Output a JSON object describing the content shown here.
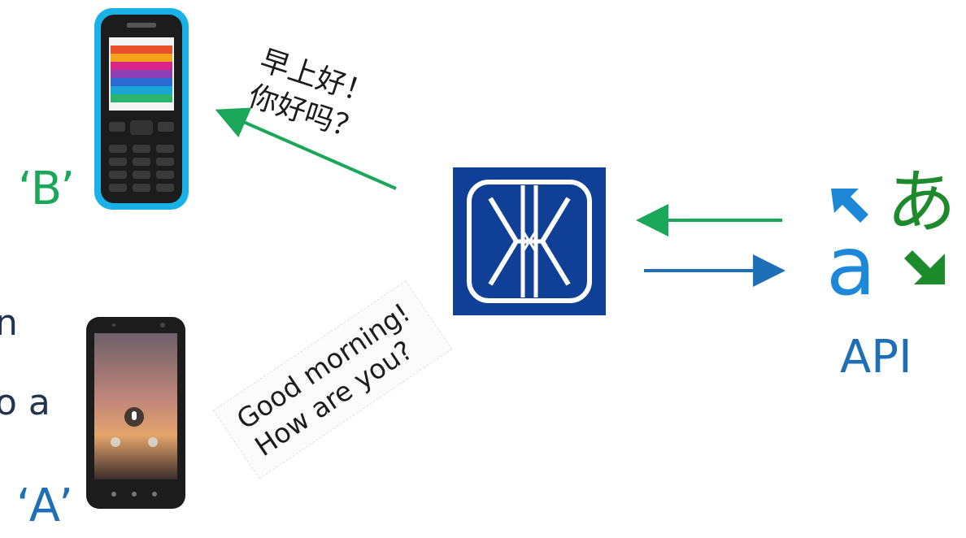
{
  "labels": {
    "phone_b": "‘B’",
    "phone_a": "‘A’",
    "api": "API"
  },
  "messages": {
    "chinese": "早上好！\n你好吗？",
    "english": "Good morning!\nHow are you?"
  },
  "cut_off_text": {
    "line1": "n",
    "line2": "o a"
  },
  "colors": {
    "green": "#1aa75a",
    "blue": "#1e6fb6",
    "logo_bg": "#0f3f96",
    "api_green": "#1d8a2c",
    "api_blue": "#1e88d8"
  },
  "icons": {
    "phone_b": "feature-phone-icon",
    "phone_a": "smartphone-icon",
    "server": "gateway-logo-icon",
    "translator": "translator-api-icon"
  }
}
